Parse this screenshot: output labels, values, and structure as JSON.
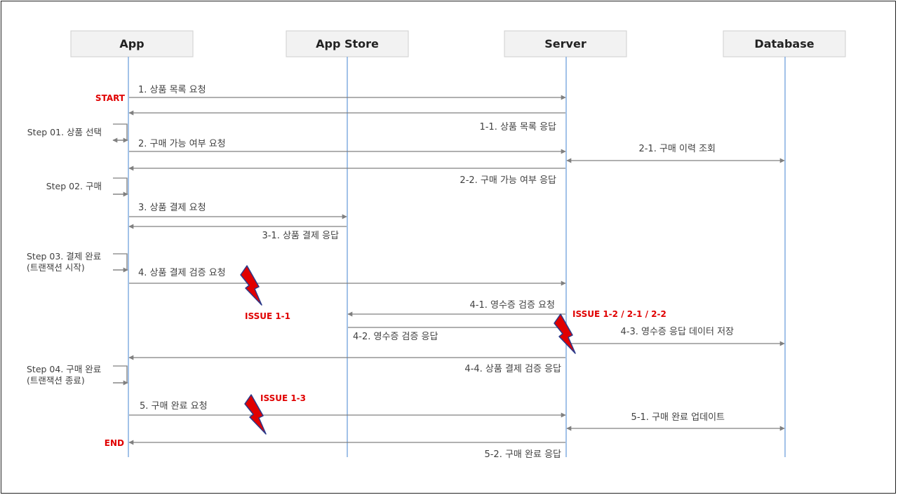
{
  "participants": [
    "App",
    "App Store",
    "Server",
    "Database"
  ],
  "markers": {
    "start": "START",
    "end": "END"
  },
  "steps": [
    [
      "Step 01. 상품 선택"
    ],
    [
      "Step 02. 구매"
    ],
    [
      "Step 03. 결제 완료",
      "(트랜잭션 시작)"
    ],
    [
      "Step 04. 구매 완료",
      "(트랜잭션 종료)"
    ]
  ],
  "messages": [
    "1. 상품 목록 요청",
    "1-1. 상품 목록 응답",
    "2. 구매 가능 여부 요청",
    "2-1. 구매 이력 조회",
    "2-2. 구매 가능 여부 응답",
    "3. 상품 결제 요청",
    "3-1. 상품 결제 응답",
    "4. 상품 결제 검증 요청",
    "4-1. 영수증 검증 요청",
    "4-2. 영수증 검증 응답",
    "4-3. 영수증 응답 데이터 저장",
    "4-4. 상품 결제 검증 응답",
    "5. 구매 완료 요청",
    "5-1. 구매 완료 업데이트",
    "5-2. 구매 완료 응답"
  ],
  "issues": [
    "ISSUE 1-1",
    "ISSUE 1-2 / 2-1 / 2-2",
    "ISSUE 1-3"
  ],
  "colors": {
    "lifeline": "#6fa0dc",
    "arrow": "#808080",
    "issue": "#e00000",
    "header_bg": "#f2f2f2"
  }
}
